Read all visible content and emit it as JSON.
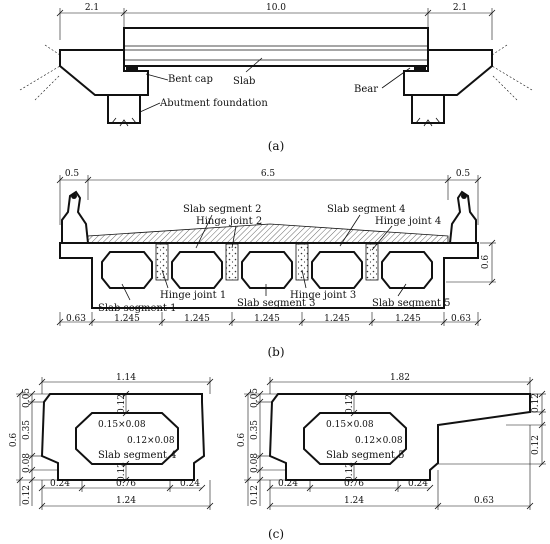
{
  "panel_a": {
    "caption": "(a)",
    "dims": [
      "2.1",
      "10.0",
      "2.1"
    ],
    "labels": {
      "slab": "Slab",
      "bent_cap": "Bent cap",
      "abutment": "Abutment foundation",
      "bear": "Bear"
    }
  },
  "panel_b": {
    "caption": "(b)",
    "top_dims": [
      "0.5",
      "6.5",
      "0.5"
    ],
    "bottom_dims": [
      "0.63",
      "1.245",
      "1.245",
      "1.245",
      "1.245",
      "1.245",
      "0.63"
    ],
    "height_dim": "0.6",
    "labels": {
      "seg1": "Slab segment 1",
      "seg2": "Slab segment 2",
      "seg3": "Slab segment 3",
      "seg4": "Slab segment 4",
      "seg5": "Slab segment 5",
      "hinge1": "Hinge joint 1",
      "hinge2": "Hinge joint 2",
      "hinge3": "Hinge joint 3",
      "hinge4": "Hinge joint 4"
    }
  },
  "panel_c": {
    "caption": "(c)",
    "left": {
      "label": "Slab segment 4",
      "top": "1.14",
      "bottom": "1.24",
      "base_parts": [
        "0.24",
        "0.76",
        "0.24"
      ],
      "height": "0.6",
      "left_parts": [
        "0.05",
        "0.35",
        "0.08",
        "0.12"
      ],
      "inner_parts": [
        "0.12",
        "0.12"
      ],
      "chamfer_top": "0.15×0.08",
      "chamfer_bottom": "0.12×0.08"
    },
    "right": {
      "label": "Slab segment 5",
      "top": "1.82",
      "bottom": "1.24",
      "cantilever": "0.63",
      "base_parts": [
        "0.24",
        "0.76",
        "0.24"
      ],
      "height": "0.6",
      "left_parts": [
        "0.05",
        "0.35",
        "0.08",
        "0.12"
      ],
      "inner_parts": [
        "0.12",
        "0.12"
      ],
      "right_parts": [
        "0.12",
        "0.12"
      ],
      "chamfer_top": "0.15×0.08",
      "chamfer_bottom": "0.12×0.08"
    }
  }
}
